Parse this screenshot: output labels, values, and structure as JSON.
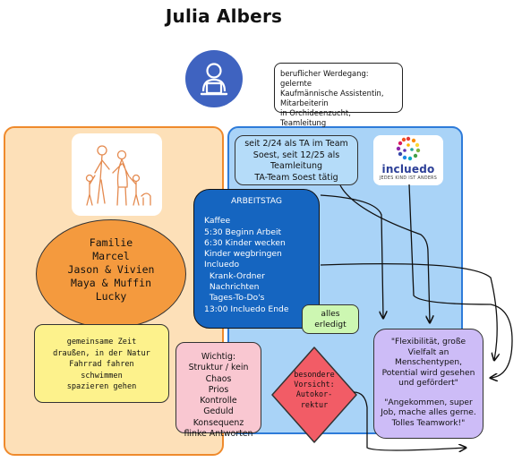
{
  "title": "Julia Albers",
  "career": [
    "beruflicher Werdegang: gelernte",
    "Kaufmännische Assistentin, Mitarbeiterin",
    "in Orchideenzucht, Teamleitung"
  ],
  "family": [
    "Familie",
    "Marcel",
    "Jason & Vivien",
    "Maya & Muffin",
    "Lucky"
  ],
  "leisure": [
    "gemeinsame Zeit",
    "draußen, in der Natur",
    "Fahrrad fahren",
    "schwimmen",
    "spazieren gehen"
  ],
  "ta": [
    "seit 2/24 als TA im Team",
    "Soest, seit 12/25 als",
    "Teamleitung",
    "TA-Team Soest tätig"
  ],
  "logo": {
    "name": "incluedo",
    "tagline": "JEDES KIND IST ANDERS"
  },
  "workday": {
    "heading": "ARBEITSTAG",
    "items": [
      "Kaffee",
      "5:30 Beginn Arbeit",
      "6:30 Kinder wecken",
      "Kinder wegbringen",
      "Incluedo",
      "  Krank-Ordner",
      "  Nachrichten",
      "  Tages-To-Do's",
      "13:00 Incluedo Ende"
    ]
  },
  "done": [
    "alles",
    "erledigt"
  ],
  "important": [
    "Wichtig:",
    "Struktur / kein Chaos",
    "Prios",
    "Kontrolle",
    "Geduld",
    "Konsequenz",
    "flinke Antworten"
  ],
  "caution": [
    "besondere",
    "Vorsicht:",
    "Autokor-",
    "rektur"
  ],
  "quotes": [
    "\"Flexibilität, große Vielfalt an Menschentypen, Potential wird gesehen und gefördert\"",
    "\"Angekommen, super Job, mache alles gerne. Tolles Teamwork!\""
  ],
  "colors": {
    "avatar": "#3f63c0",
    "orange_panel": "#fde0b8",
    "blue_panel": "#a9d3f7",
    "family_circle": "#f49a3e",
    "workday": "#1565c0",
    "caution": "#f25c66",
    "quotes": "#cdbcf7"
  }
}
